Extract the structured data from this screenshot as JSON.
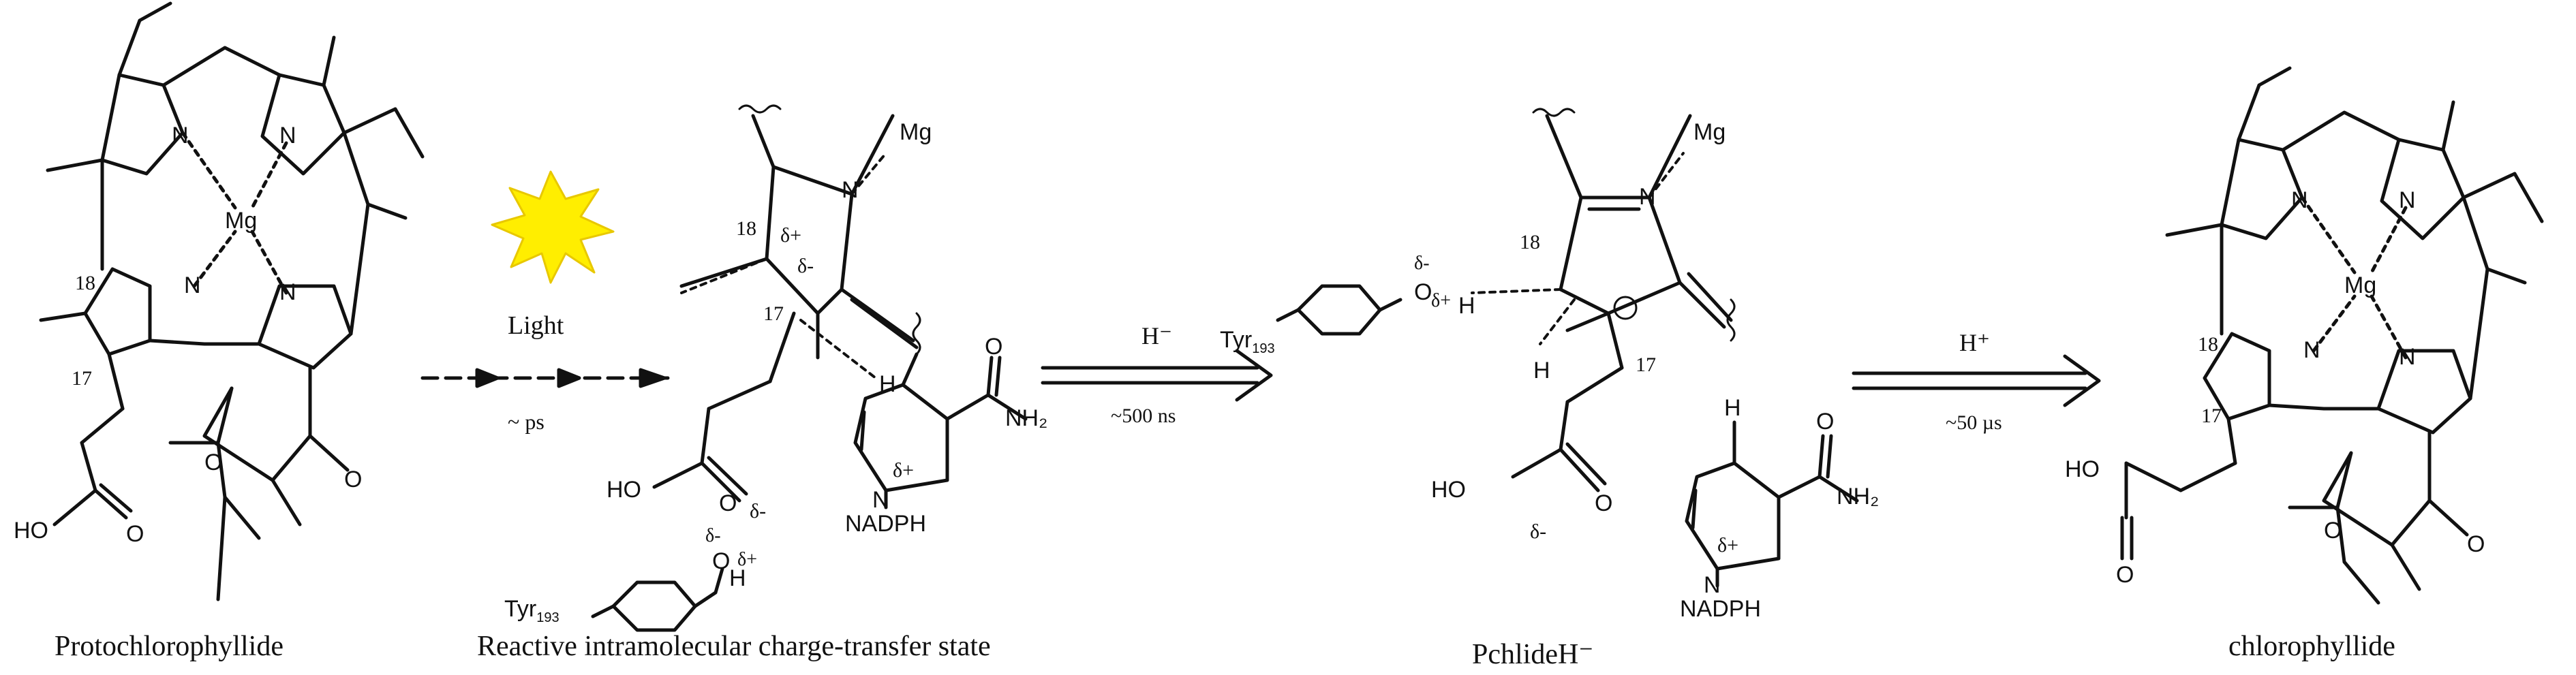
{
  "structures": {
    "protochlorophyllide": {
      "caption": "Protochlorophyllide",
      "metal": "Mg",
      "n": "N",
      "pos18": "18",
      "pos17": "17",
      "ho": "HO",
      "o": "O"
    },
    "ict_state": {
      "caption": "Reactive intramolecular charge-transfer state",
      "mg": "Mg",
      "n": "N",
      "pos18": "18",
      "pos17": "17",
      "delta_plus": "δ+",
      "delta_minus": "δ-",
      "h": "H",
      "nh2": "NH₂",
      "nadph": "NADPH",
      "ho": "HO",
      "o": "O",
      "tyr": "Tyr",
      "tyr_sub": "193"
    },
    "pchlide_h": {
      "caption": "PchlideH⁻",
      "mg": "Mg",
      "n": "N",
      "pos18": "18",
      "pos17": "17",
      "charge": "⊖",
      "h": "H",
      "delta_plus": "δ+",
      "delta_minus": "δ-",
      "nh2": "NH₂",
      "nadph": "NADPH",
      "ho": "HO",
      "o": "O",
      "tyr": "Tyr",
      "tyr_sub": "193"
    },
    "chlorophyllide": {
      "caption": "chlorophyllide",
      "metal": "Mg",
      "n": "N",
      "pos18": "18",
      "pos17": "17",
      "ho": "HO",
      "o": "O"
    }
  },
  "steps": [
    {
      "above": "Light",
      "below": "~ ps"
    },
    {
      "above": "H⁻",
      "below": "~500 ns"
    },
    {
      "above": "H⁺",
      "below": "~50 µs"
    }
  ],
  "colors": {
    "star_fill": "#ffee00",
    "star_stroke": "#e8c800",
    "ink": "#111111"
  }
}
